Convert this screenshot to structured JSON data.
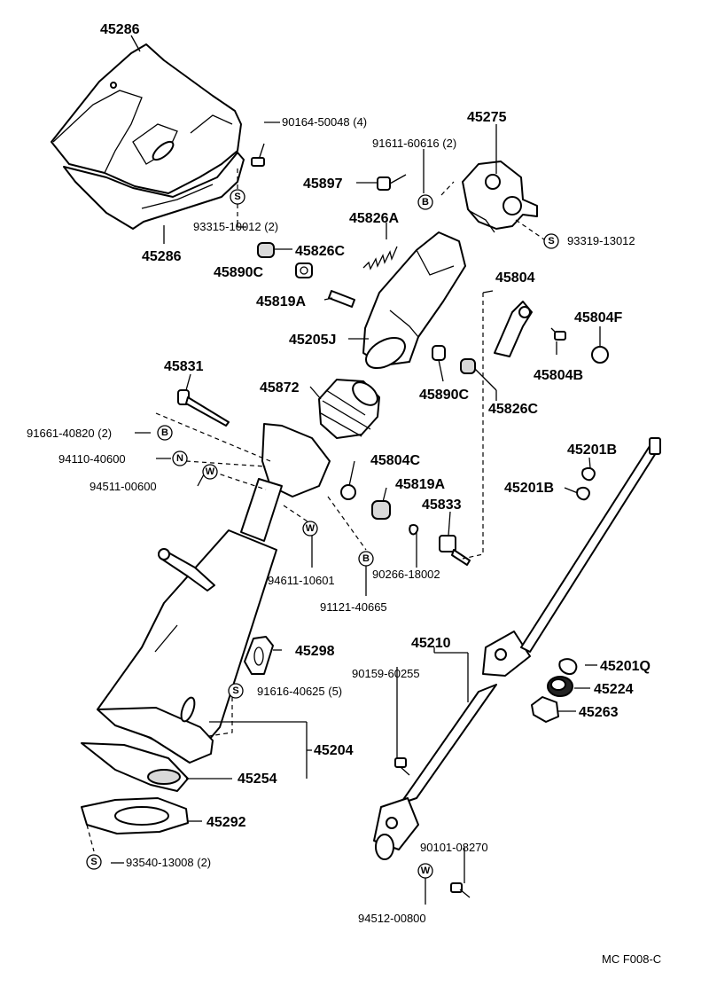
{
  "labels": {
    "p45286_top": "45286",
    "p45286_bot": "45286",
    "f90164": "90164-50048 (4)",
    "f93315": "93315-10012 (2)",
    "p45275": "45275",
    "f91611": "91611-60616 (2)",
    "p45897": "45897",
    "p45826A": "45826A",
    "p45826C_top": "45826C",
    "p45890C_top": "45890C",
    "f93319": "93319-13012",
    "p45819A_top": "45819A",
    "p45804": "45804",
    "p45804F": "45804F",
    "p45205J": "45205J",
    "p45804B": "45804B",
    "p45831": "45831",
    "p45872": "45872",
    "p45890C_mid": "45890C",
    "p45826C_mid": "45826C",
    "f91661": "91661-40820 (2)",
    "f94110": "94110-40600",
    "f94511": "94511-00600",
    "p45804C": "45804C",
    "p45819A_mid": "45819A",
    "p45833": "45833",
    "p45201B_top": "45201B",
    "p45201B_mid": "45201B",
    "f94611": "94611-10601",
    "f90266": "90266-18002",
    "f91121": "91121-40665",
    "p45210": "45210",
    "p45298": "45298",
    "f90159": "90159-60255",
    "p45201Q": "45201Q",
    "f91616": "91616-40625 (5)",
    "p45224": "45224",
    "p45263": "45263",
    "p45204": "45204",
    "p45254": "45254",
    "p45292": "45292",
    "f93540": "93540-13008 (2)",
    "f90101": "90101-08270",
    "f94512": "94512-00800",
    "figure_code": "MC F008-C"
  },
  "symbols": {
    "S": "S",
    "B": "B",
    "N": "N",
    "W": "W"
  }
}
